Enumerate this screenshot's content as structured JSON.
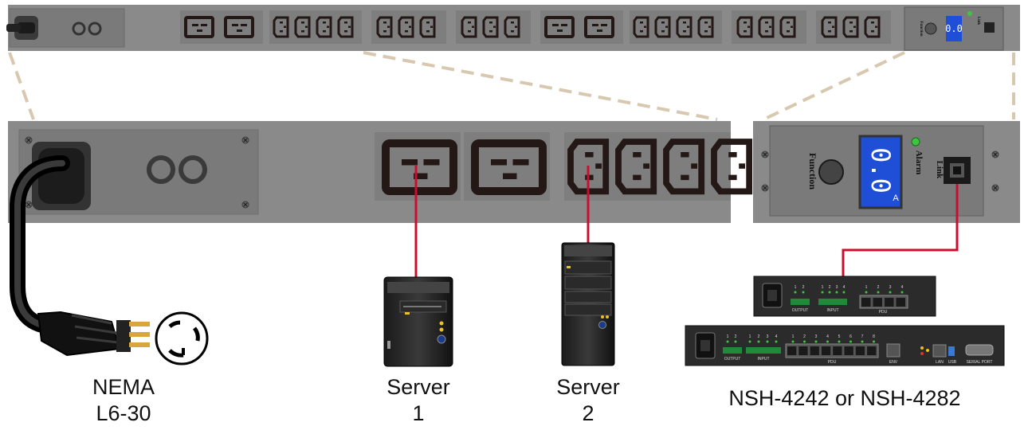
{
  "pdu_panel": {
    "display_reading": "0.0",
    "display_unit": "A",
    "function_label": "Function",
    "alarm_label": "Alarm",
    "link_label": "Link"
  },
  "nsh_small": {
    "output_label": "OUTPUT",
    "input_label": "INPUT",
    "pdu_label": "PDU",
    "output_numbers": [
      "1",
      "2"
    ],
    "input_numbers": [
      "1",
      "2",
      "3",
      "4"
    ],
    "pdu_numbers": [
      "1",
      "2",
      "3",
      "4"
    ]
  },
  "nsh_large": {
    "output_label": "OUTPUT",
    "input_label": "INPUT",
    "pdu_label": "PDU",
    "env_label": "ENV",
    "lan_label": "LAN",
    "usb_label": "USB",
    "serial_label": "SERIAL PORT",
    "output_numbers": [
      "1",
      "2"
    ],
    "input_numbers": [
      "1",
      "2",
      "3",
      "4"
    ],
    "pdu_numbers": [
      "1",
      "2",
      "3",
      "4",
      "5",
      "6",
      "7",
      "8"
    ]
  },
  "captions": {
    "plug_line1": "NEMA",
    "plug_line2": "L6-30",
    "server1_line1": "Server",
    "server1_line2": "1",
    "server2_line1": "Server",
    "server2_line2": "2",
    "controller": "NSH-4242 or NSH-4282"
  },
  "colors": {
    "pdu_body": "#8a8a8a",
    "pdu_plate": "#7a7a7a",
    "cable_red": "#c8102e",
    "leader_dash": "#d8c8b0",
    "display_blue": "#1f4fd6",
    "alarm_green": "#3ec43e"
  }
}
